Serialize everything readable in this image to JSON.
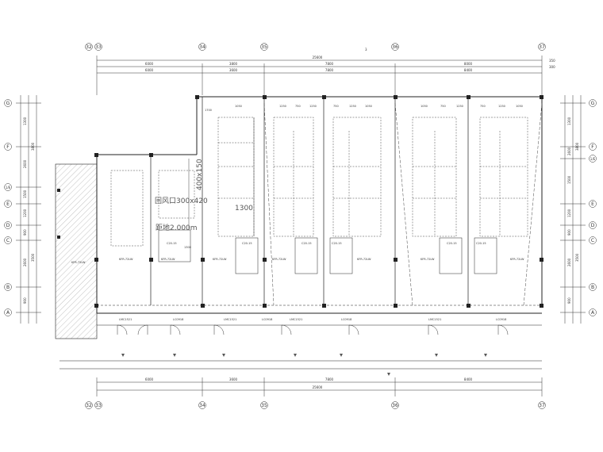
{
  "drawing": {
    "title_mark": "3",
    "top_dims": {
      "total": "25600",
      "segments": [
        "6000",
        "3800",
        "7800",
        "8000"
      ],
      "segments_b": [
        "6000",
        "3600",
        "7800",
        "8400"
      ],
      "right_small": [
        "350",
        "300"
      ]
    },
    "bottom_dims": {
      "total": "25600",
      "segments": [
        "6000",
        "3600",
        "7800",
        "8400"
      ]
    },
    "col_axes": [
      "32",
      "33",
      "34",
      "35",
      "36",
      "37"
    ],
    "row_axes": [
      "G",
      "F",
      "1/E",
      "E",
      "D",
      "C",
      "B",
      "A"
    ],
    "left_dims": [
      "1300",
      "2600",
      "3800",
      "1500",
      "1200",
      "900",
      "2600",
      "3500",
      "900"
    ],
    "right_dims": [
      "1300",
      "2600",
      "3800",
      "1500",
      "1200",
      "900",
      "2600",
      "3500",
      "900"
    ],
    "mid_dims": [
      "1700",
      "1050",
      "1250",
      "750",
      "1250",
      "750",
      "1250",
      "1050",
      "1050",
      "750",
      "1250",
      "750",
      "1250",
      "1050"
    ],
    "annotations": {
      "duct_size": "回风口300x420",
      "duct_elev": "距地2.000m",
      "duct_label_b": "400x150",
      "callout_a": "1300",
      "callout_b": "1300"
    },
    "room_tags": [
      "C20-15",
      "C20-15",
      "C20-15",
      "C20-15",
      "C20-15",
      "C20-15"
    ],
    "door_tags": [
      "LMC1521",
      "LC0918",
      "LMC1521",
      "LC0918",
      "LMC1521",
      "LC0918",
      "LMC1521",
      "LC0918"
    ],
    "unit_labels": [
      "KFR-72LW",
      "KFR-72LW",
      "KFR-72LW",
      "KFR-72LW",
      "KFR-72LW",
      "KFR-72LW",
      "KFR-72LW",
      "KFR-72LW"
    ]
  }
}
